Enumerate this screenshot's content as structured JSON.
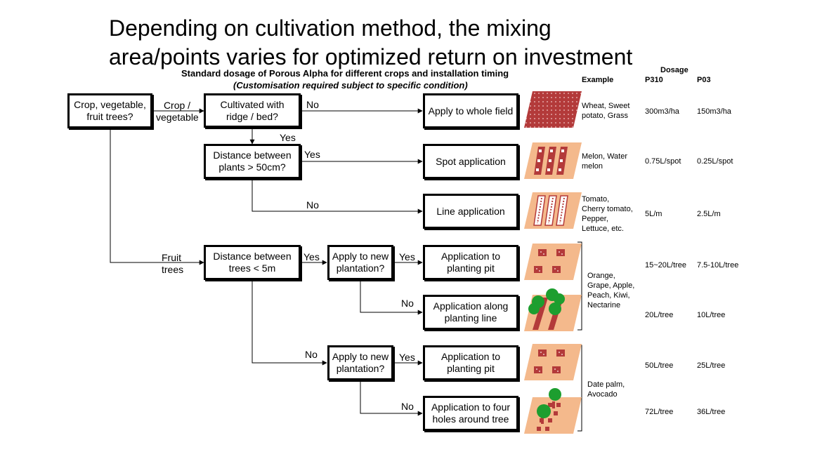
{
  "title": "Depending on cultivation method, the mixing\narea/points varies for optimized return on investment",
  "chart": {
    "title": "Standard dosage of Porous Alpha for different crops and installation timing",
    "subtitle": "(Customisation required subject to specific condition)"
  },
  "headers": {
    "example": "Example",
    "dosage": "Dosage",
    "p310": "P310",
    "p03": "P03"
  },
  "boxes": {
    "crop_type": "Crop, vegetable,\nfruit trees?",
    "cultivated_ridge": "Cultivated with\nridge / bed?",
    "distance_plants": "Distance between\nplants > 50cm?",
    "distance_trees": "Distance between\ntrees < 5m",
    "new_plantation_1": "Apply to new\nplantation?",
    "new_plantation_2": "Apply to new\nplantation?",
    "whole_field": "Apply to whole field",
    "spot": "Spot application",
    "line": "Line application",
    "pit_1": "Application to\nplanting pit",
    "along_line": "Application along\nplanting line",
    "pit_2": "Application to\nplanting pit",
    "four_holes": "Application to four\nholes around tree"
  },
  "edge_labels": {
    "crop_vegetable": "Crop /\nvegetable",
    "fruit_trees": "Fruit\ntrees",
    "no_ridge": "No",
    "yes_ridge": "Yes",
    "yes_plants": "Yes",
    "no_plants": "No",
    "yes_trees": "Yes",
    "yes_new_1": "Yes",
    "no_new_1": "No",
    "no_trees": "No",
    "yes_new_2": "Yes",
    "no_new_2": "No"
  },
  "examples": {
    "whole_field": "Wheat, Sweet\npotato, Grass",
    "spot": "Melon, Water\nmelon",
    "line": "Tomato,\nCherry tomato,\nPepper,\nLettuce, etc.",
    "group_1": "Orange,\nGrape, Apple,\nPeach, Kiwi,\nNectarine",
    "group_2": "Date palm,\nAvocado"
  },
  "dosage": {
    "whole_field": {
      "p310": "300m3/ha",
      "p03": "150m3/ha"
    },
    "spot": {
      "p310": "0.75L/spot",
      "p03": "0.25L/spot"
    },
    "line": {
      "p310": "5L/m",
      "p03": "2.5L/m"
    },
    "pit_1": {
      "p310": "15~20L/tree",
      "p03": "7.5-10L/tree"
    },
    "along_line": {
      "p310": "20L/tree",
      "p03": "10L/tree"
    },
    "pit_2": {
      "p310": "50L/tree",
      "p03": "25L/tree"
    },
    "four_holes": {
      "p310": "72L/tree",
      "p03": "36L/tree"
    }
  },
  "colors": {
    "field_red": "#b33a3a",
    "soil_peach": "#f4b98c",
    "tree_green": "#1d9e2f"
  }
}
